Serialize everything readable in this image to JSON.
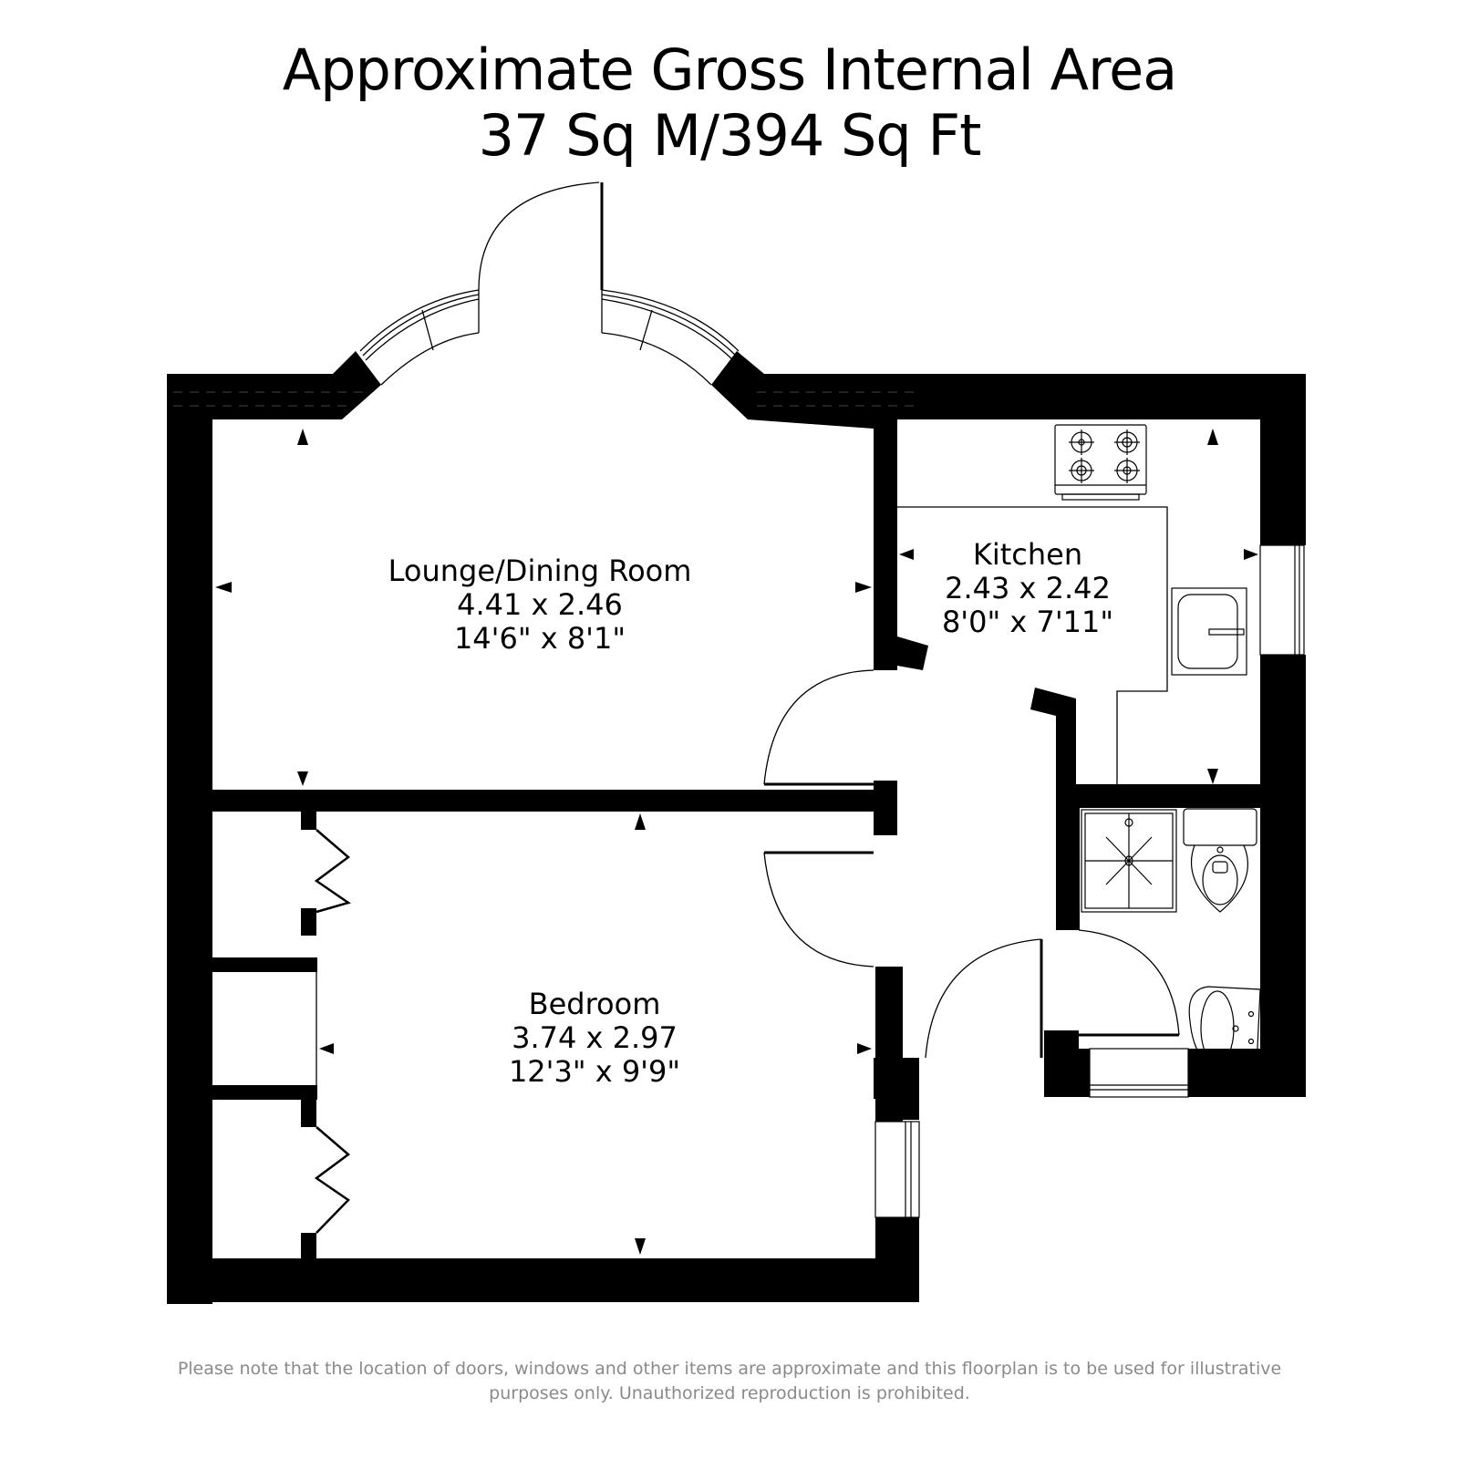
{
  "header": {
    "title_line1": "Approximate Gross Internal Area",
    "title_line2": "37 Sq M/394 Sq Ft"
  },
  "rooms": [
    {
      "name": "Lounge/Dining Room",
      "metric": "4.41 x 2.46",
      "imperial": "14'6\" x 8'1\""
    },
    {
      "name": "Kitchen",
      "metric": "2.43 x 2.42",
      "imperial": "8'0\" x 7'11\""
    },
    {
      "name": "Bedroom",
      "metric": "3.74 x 2.97",
      "imperial": "12'3\" x 9'9\""
    }
  ],
  "fixtures": [
    "hob-icon",
    "kitchen-sink-icon",
    "shower-tray-icon",
    "toilet-icon",
    "wash-basin-icon",
    "wardrobe-icon"
  ],
  "colors": {
    "wall": "#000000",
    "background": "#ffffff",
    "disclaimer_text": "#8a8a8a"
  },
  "footer": {
    "disclaimer_line1": "Please note that the location of doors, windows and other items are approximate and this floorplan is to be used for illustrative",
    "disclaimer_line2": "purposes only. Unauthorized reproduction is prohibited."
  }
}
